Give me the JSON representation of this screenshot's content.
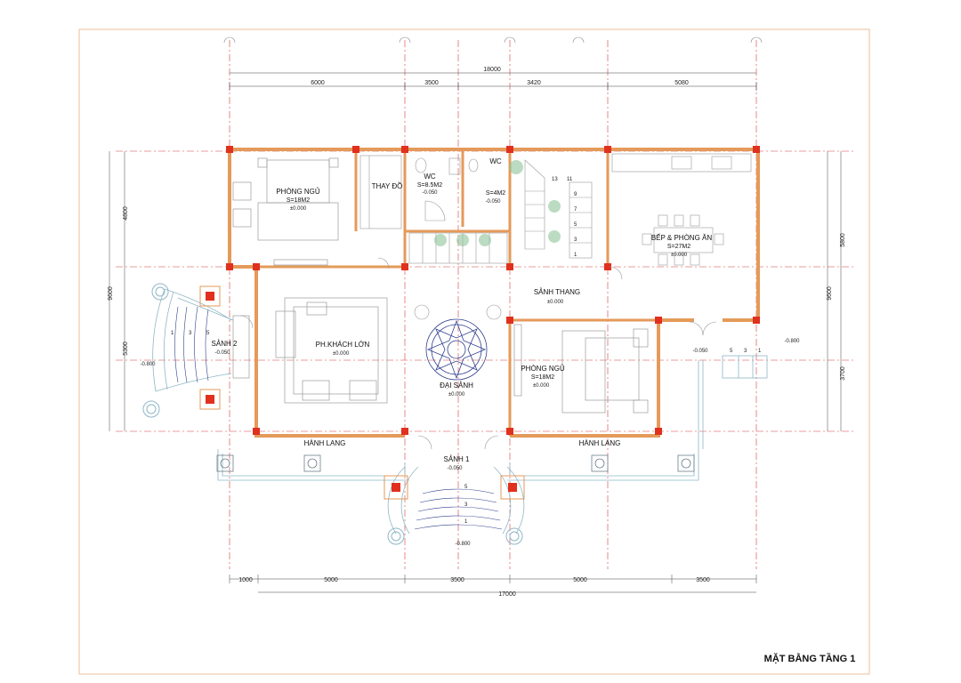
{
  "title": "MẶT BẰNG TẦNG 1",
  "colors": {
    "wall": "#e49a5a",
    "column": "#e0301e",
    "axis": "#d23a3a",
    "dim": "#444444",
    "furniture": "#9a9a9a",
    "paving": "#8fb7c7",
    "stair_blue": "#2f3f8f",
    "plant": "#8fc49a"
  },
  "dims_top": {
    "total": "18000",
    "seg1": "6000",
    "seg2": "3500",
    "seg3": "3420",
    "seg4": "5080"
  },
  "dims_bottom": {
    "total": "17000",
    "seg0": "1000",
    "seg1": "5000",
    "seg2": "3500",
    "seg3": "5000",
    "seg4": "3500"
  },
  "dims_left": {
    "total": "9600",
    "seg1": "4800",
    "seg2": "5300"
  },
  "dims_right": {
    "total": "9600",
    "seg1": "5800",
    "seg2": "3700"
  },
  "rooms": {
    "bedroom1": {
      "name": "PHÒNG NGỦ",
      "area": "S=18M2",
      "level": "±0.000"
    },
    "closet": {
      "name": "THAY ĐỒ"
    },
    "wc1": {
      "name": "WC",
      "area": "S=8.5M2",
      "level": "-0.050"
    },
    "wc2": {
      "name": "WC",
      "area": "S=4M2",
      "level": "-0.050"
    },
    "kitchen": {
      "name": "BẾP & PHÒNG ĂN",
      "area": "S=27M2",
      "level": "±0.000"
    },
    "stairhall": {
      "name": "SẢNH THANG",
      "level": "±0.000"
    },
    "living": {
      "name": "PH.KHÁCH LỚN",
      "level": "±0.000"
    },
    "hall": {
      "name": "ĐẠI SẢNH",
      "level": "±0.000"
    },
    "bedroom2": {
      "name": "PHÒNG NGỦ",
      "area": "S=18M2",
      "level": "±0.000"
    },
    "lobby2": {
      "name": "SẢNH 2",
      "level": "-0.050"
    },
    "corridor_left": {
      "name": "HÀNH LANG"
    },
    "corridor_right": {
      "name": "HÀNH LANG"
    },
    "lobby1": {
      "name": "SẢNH 1",
      "level": "-0.050"
    }
  },
  "levels": {
    "ext_left": "-0.800",
    "ext_right": "-0.800",
    "ext_bottom": "-0.800",
    "right_porch": "-0.050"
  },
  "stair_numbers": [
    "1",
    "3",
    "5",
    "7",
    "9",
    "11",
    "13"
  ],
  "step_numbers": [
    "1",
    "3",
    "5"
  ]
}
